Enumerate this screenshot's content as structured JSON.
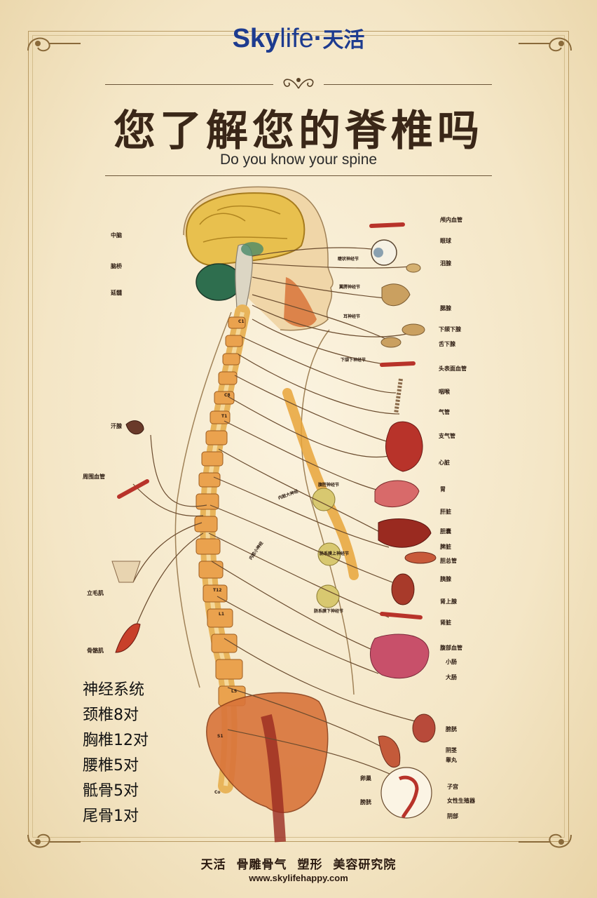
{
  "brand": {
    "latin_sky": "Sky",
    "latin_life": "life",
    "dot": "·",
    "chinese": "天活"
  },
  "title": "您了解您的脊椎吗",
  "subtitle": "Do you know your spine",
  "brain_labels": [
    "中脑",
    "脑桥",
    "延髓"
  ],
  "left_labels": [
    "汗腺",
    "周围血管",
    "立毛肌",
    "骨骼肌"
  ],
  "right_labels": [
    "颅内血管",
    "眼球",
    "泪腺",
    "腮腺",
    "下颌下腺",
    "舌下腺",
    "头表面血管",
    "咽喉",
    "气管",
    "支气管",
    "心脏",
    "胃",
    "肝脏",
    "胆囊",
    "脾脏",
    "胆总管",
    "胰腺",
    "肾上腺",
    "肾脏",
    "腹部血管",
    "小肠",
    "大肠",
    "膀胱",
    "阴茎",
    "睾丸",
    "子宫",
    "女性生殖器",
    "阴部"
  ],
  "pelvis_left_labels": [
    "卵巢",
    "膀胱"
  ],
  "ganglion_labels": [
    "睫状神经节",
    "翼腭神经节",
    "耳神经节",
    "下颌下神经节",
    "腹腔神经节",
    "肠系膜上神经节",
    "肠系膜下神经节"
  ],
  "nerve_labels": [
    "内脏大神经",
    "内脏小神经"
  ],
  "vertebra_labels": [
    "C1",
    "C8",
    "T1",
    "T12",
    "L1",
    "L5",
    "S1",
    "Co"
  ],
  "counts": [
    "神经系统",
    "颈椎8对",
    "胸椎12对",
    "腰椎5对",
    "骶骨5对",
    "尾骨1对"
  ],
  "footer": {
    "items": [
      "天活",
      "骨雕骨气",
      "塑形",
      "美容研究院"
    ],
    "url": "www.skylifehappy.com"
  },
  "colors": {
    "brand_blue": "#1d3b8f",
    "bone": "#e5a45a",
    "nerve": "#6a4b2e",
    "organ_red": "#b8332a"
  }
}
